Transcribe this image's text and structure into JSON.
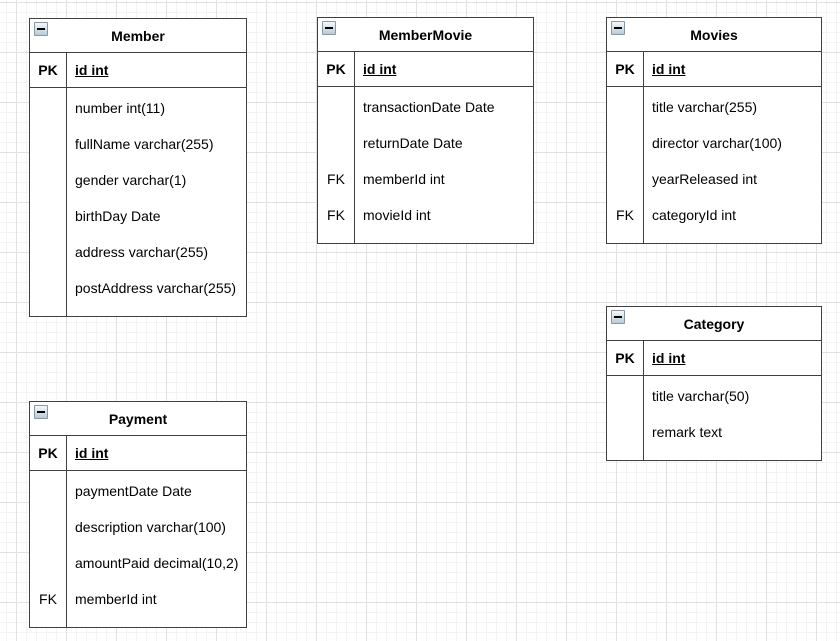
{
  "colors": {
    "border": "#404040",
    "text": "#000000",
    "canvas-bg": "#ffffff",
    "grid-minor": "#f4f2f2",
    "grid-major": "#e1e1e1",
    "icon-border": "#8a96a0",
    "icon-fill-top": "#f4f8fb",
    "icon-fill-bottom": "#b7cbda"
  },
  "diagram": {
    "tables": [
      {
        "title": "Member",
        "collapse_icon": "minus-icon",
        "pk": {
          "key": "PK",
          "field": "id int"
        },
        "rows": [
          {
            "key": "",
            "text": "number int(11)"
          },
          {
            "key": "",
            "text": "fullName varchar(255)"
          },
          {
            "key": "",
            "text": "gender varchar(1)"
          },
          {
            "key": "",
            "text": "birthDay Date"
          },
          {
            "key": "",
            "text": "address varchar(255)"
          },
          {
            "key": "",
            "text": "postAddress varchar(255)"
          }
        ]
      },
      {
        "title": "MemberMovie",
        "collapse_icon": "minus-icon",
        "pk": {
          "key": "PK",
          "field": "id int"
        },
        "rows": [
          {
            "key": "",
            "text": "transactionDate Date"
          },
          {
            "key": "",
            "text": "returnDate Date"
          },
          {
            "key": "FK",
            "text": "memberId int"
          },
          {
            "key": "FK",
            "text": "movieId int"
          }
        ]
      },
      {
        "title": "Movies",
        "collapse_icon": "minus-icon",
        "pk": {
          "key": "PK",
          "field": "id int"
        },
        "rows": [
          {
            "key": "",
            "text": "title varchar(255)"
          },
          {
            "key": "",
            "text": "director varchar(100)"
          },
          {
            "key": "",
            "text": "yearReleased int"
          },
          {
            "key": "FK",
            "text": "categoryId int"
          }
        ]
      },
      {
        "title": "Category",
        "collapse_icon": "minus-icon",
        "pk": {
          "key": "PK",
          "field": "id int"
        },
        "rows": [
          {
            "key": "",
            "text": "title varchar(50)"
          },
          {
            "key": "",
            "text": "remark text"
          }
        ]
      },
      {
        "title": "Payment",
        "collapse_icon": "minus-icon",
        "pk": {
          "key": "PK",
          "field": "id int"
        },
        "rows": [
          {
            "key": "",
            "text": "paymentDate Date"
          },
          {
            "key": "",
            "text": "description varchar(100)"
          },
          {
            "key": "",
            "text": "amountPaid decimal(10,2)"
          },
          {
            "key": "FK",
            "text": "memberId int"
          }
        ]
      }
    ]
  }
}
